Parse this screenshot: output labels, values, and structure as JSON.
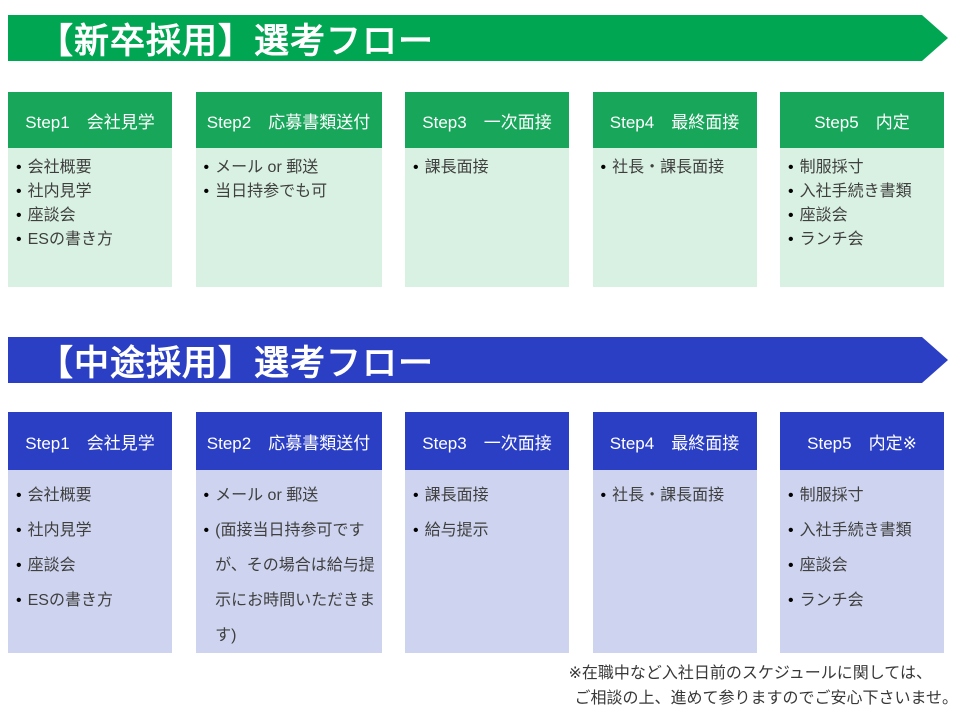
{
  "colors": {
    "green_banner": "#00A651",
    "green_card_header": "#17A65A",
    "green_card_body": "#D9F1E2",
    "blue_banner": "#2B3FC4",
    "blue_card_header": "#2B3FC4",
    "blue_card_body": "#CED4EF",
    "body_text": "#3F3F3F"
  },
  "sections": [
    {
      "banner": "【新卒採用】選考フロー",
      "steps": [
        {
          "title": "Step1　会社見学",
          "items": [
            "会社概要",
            "社内見学",
            "座談会",
            "ESの書き方"
          ]
        },
        {
          "title": "Step2　応募書類送付",
          "items": [
            "メール or 郵送",
            "当日持参でも可"
          ]
        },
        {
          "title": "Step3　一次面接",
          "items": [
            "課長面接"
          ]
        },
        {
          "title": "Step4　最終面接",
          "items": [
            "社長・課長面接"
          ]
        },
        {
          "title": "Step5　内定",
          "items": [
            "制服採寸",
            "入社手続き書類",
            "座談会",
            "ランチ会"
          ]
        }
      ]
    },
    {
      "banner": "【中途採用】選考フロー",
      "steps": [
        {
          "title": "Step1　会社見学",
          "items": [
            "会社概要",
            "社内見学",
            "座談会",
            "ESの書き方"
          ]
        },
        {
          "title": "Step2　応募書類送付",
          "items": [
            "メール or 郵送",
            "(面接当日持参可ですが、その場合は給与提示にお時間いただきます)"
          ]
        },
        {
          "title": "Step3　一次面接",
          "items": [
            "課長面接",
            "給与提示"
          ]
        },
        {
          "title": "Step4　最終面接",
          "items": [
            "社長・課長面接"
          ]
        },
        {
          "title": "Step5　内定※",
          "items": [
            "制服採寸",
            "入社手続き書類",
            "座談会",
            "ランチ会"
          ]
        }
      ]
    }
  ],
  "bullet_glyph": "•",
  "footnote": {
    "line1": "※在職中など入社日前のスケジュールに関しては、",
    "line2": "ご相談の上、進めて参りますのでご安心下さいませ。"
  }
}
